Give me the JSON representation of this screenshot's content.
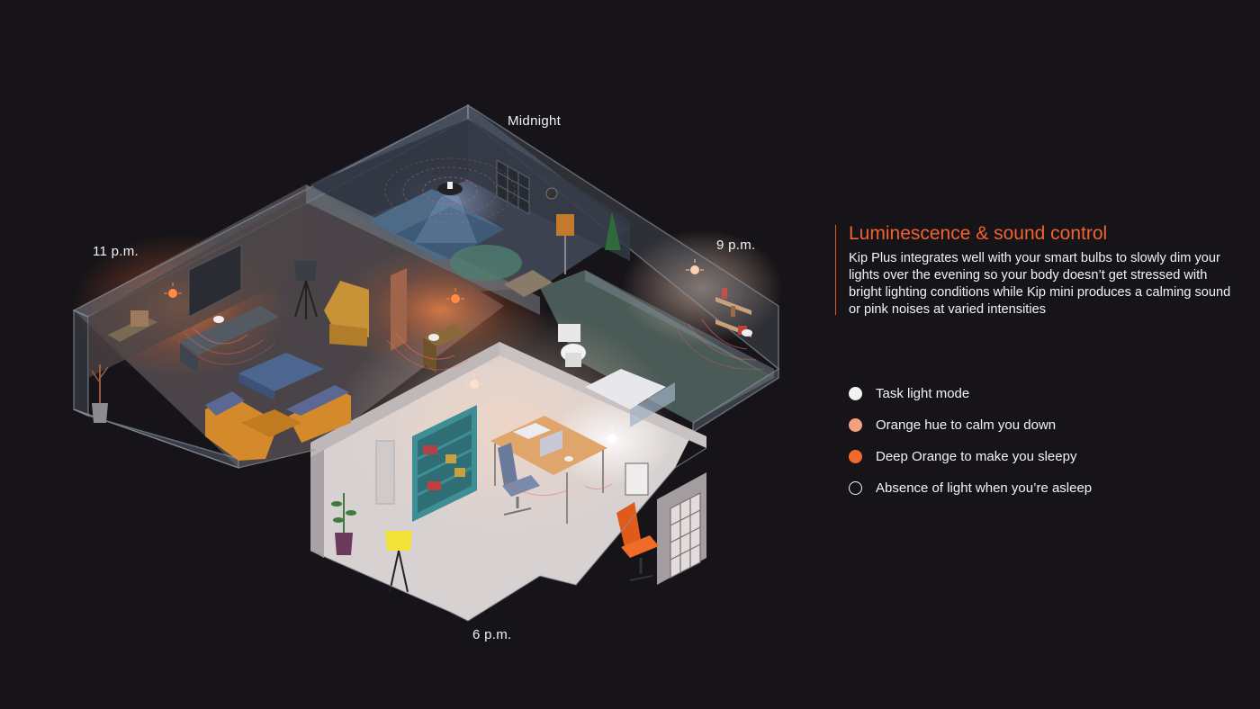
{
  "times": {
    "midnight": "Midnight",
    "eleven": "11 p.m.",
    "nine": "9 p.m.",
    "six": "6 p.m."
  },
  "panel": {
    "title": "Luminescence  & sound control",
    "body": "Kip Plus integrates well with your smart bulbs to slowly dim your lights over the evening so your body doesn’t get stressed with bright lighting conditions while Kip mini produces a calming sound or pink noises at varied intensities"
  },
  "legend": [
    {
      "label": "Task light mode",
      "color": "#f2f2f2",
      "icon": "white-dot"
    },
    {
      "label": "Orange hue to calm you down",
      "color": "#f4a27e",
      "icon": "light-orange-dot"
    },
    {
      "label": "Deep Orange to make you sleepy",
      "color": "#f26a2a",
      "icon": "deep-orange-dot"
    },
    {
      "label": "Absence of light when you’re asleep",
      "color": "transparent",
      "icon": "empty-dot"
    }
  ],
  "colors": {
    "background": "#161418",
    "accent": "#f0622f",
    "floor_dark": "#3b3a44",
    "floor_light": "#d9d3d3"
  }
}
